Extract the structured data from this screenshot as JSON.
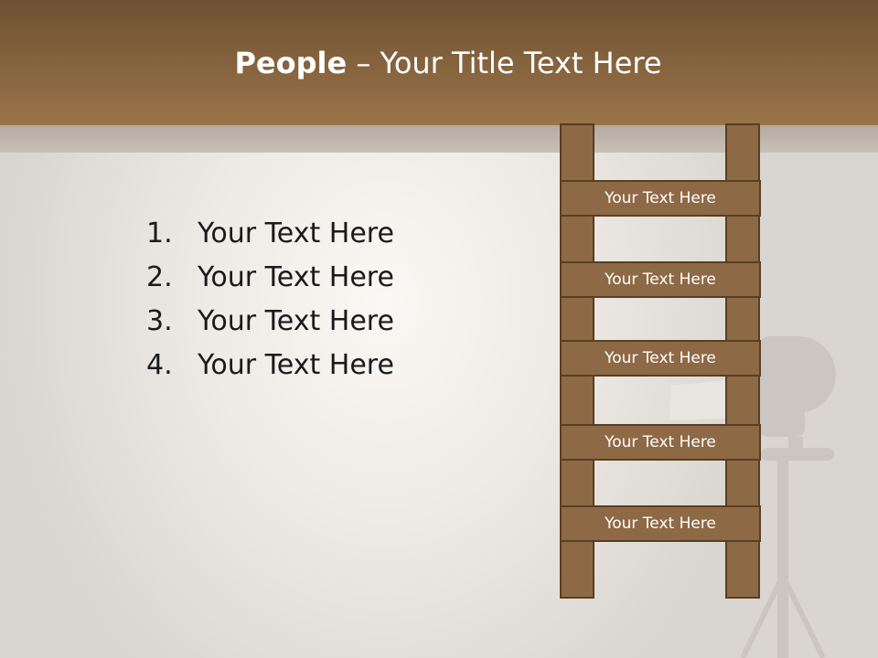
{
  "slide": {
    "title_bold": "People",
    "title_rest": " – Your Title Text Here",
    "list_items": [
      {
        "number": "1.",
        "text": "Your Text Here"
      },
      {
        "number": "2.",
        "text": "Your Text Here"
      },
      {
        "number": "3.",
        "text": "Your Text Here"
      },
      {
        "number": "4.",
        "text": "Your Text Here"
      }
    ],
    "ladder_rungs": [
      "Your Text Here",
      "Your Text Here",
      "Your Text Here",
      "Your Text Here",
      "Your Text Here"
    ]
  },
  "colors": {
    "header": "#9a7448",
    "ladder_fill": "#8e6945",
    "ladder_border": "#5a3e22",
    "title_text": "#ffffff"
  }
}
